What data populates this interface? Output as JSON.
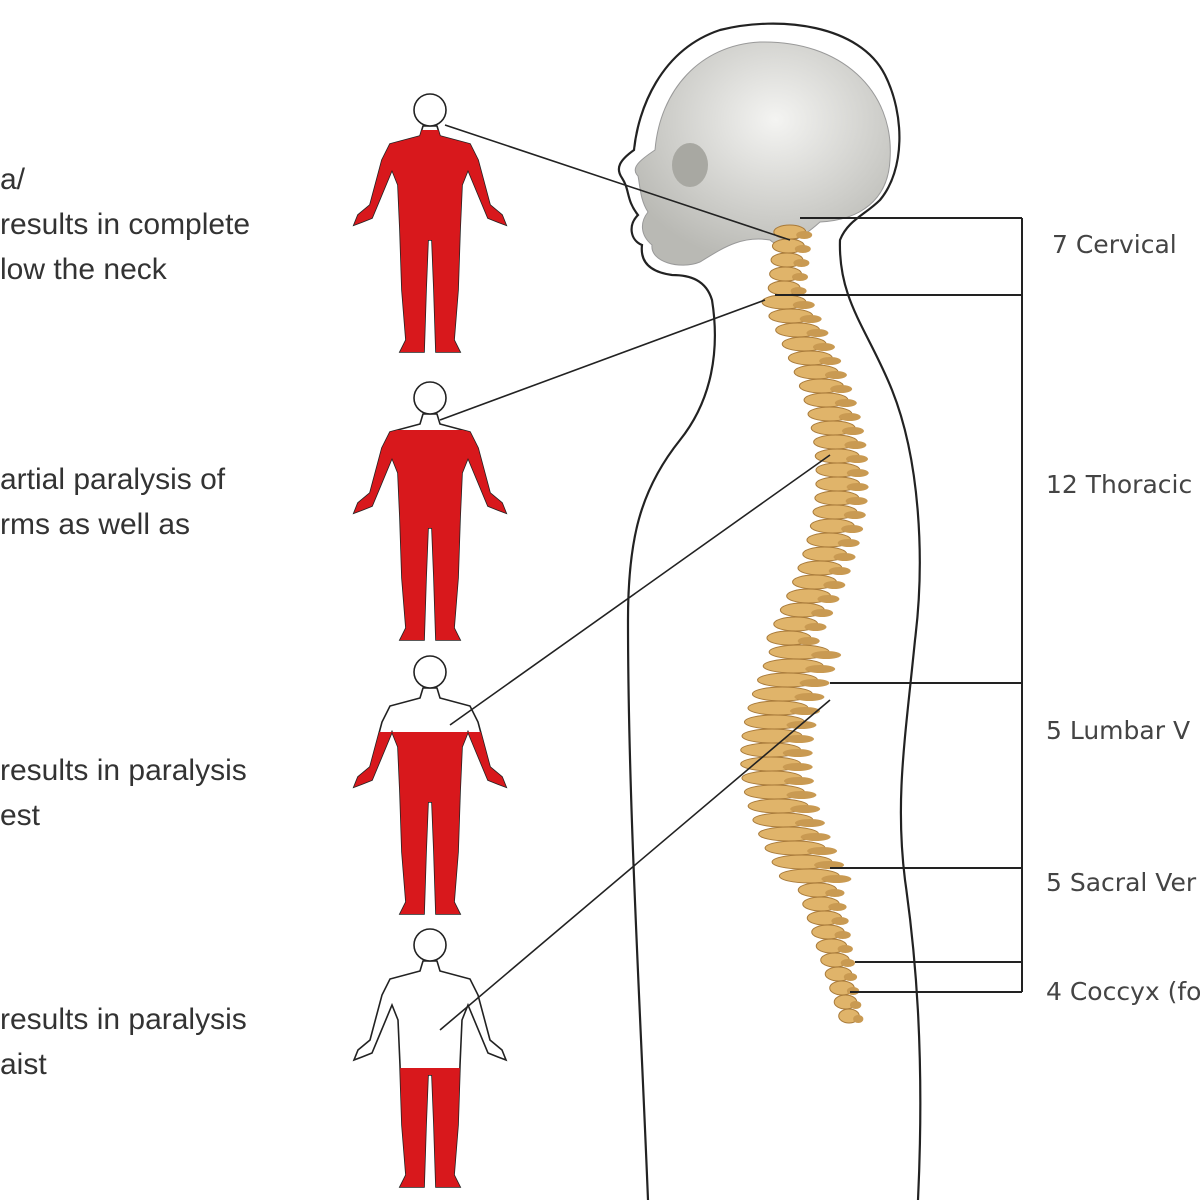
{
  "descriptions": [
    {
      "lines": [
        "a/",
        "results in complete",
        "low the neck"
      ]
    },
    {
      "lines": [
        "artial paralysis of",
        "rms as well as"
      ]
    },
    {
      "lines": [
        "results in paralysis",
        "est"
      ]
    },
    {
      "lines": [
        "results in paralysis",
        "aist"
      ]
    }
  ],
  "spine_regions": [
    {
      "label": "7 Cervical"
    },
    {
      "label": "12 Thoracic"
    },
    {
      "label": "5 Lumbar V"
    },
    {
      "label": "5 Sacral Ver"
    },
    {
      "label": "4 Coccyx (fo"
    }
  ],
  "colors": {
    "paralysis": "#d8181c",
    "bone": "#e0b46a",
    "skull": "#dcdcd8",
    "outline": "#222222"
  }
}
